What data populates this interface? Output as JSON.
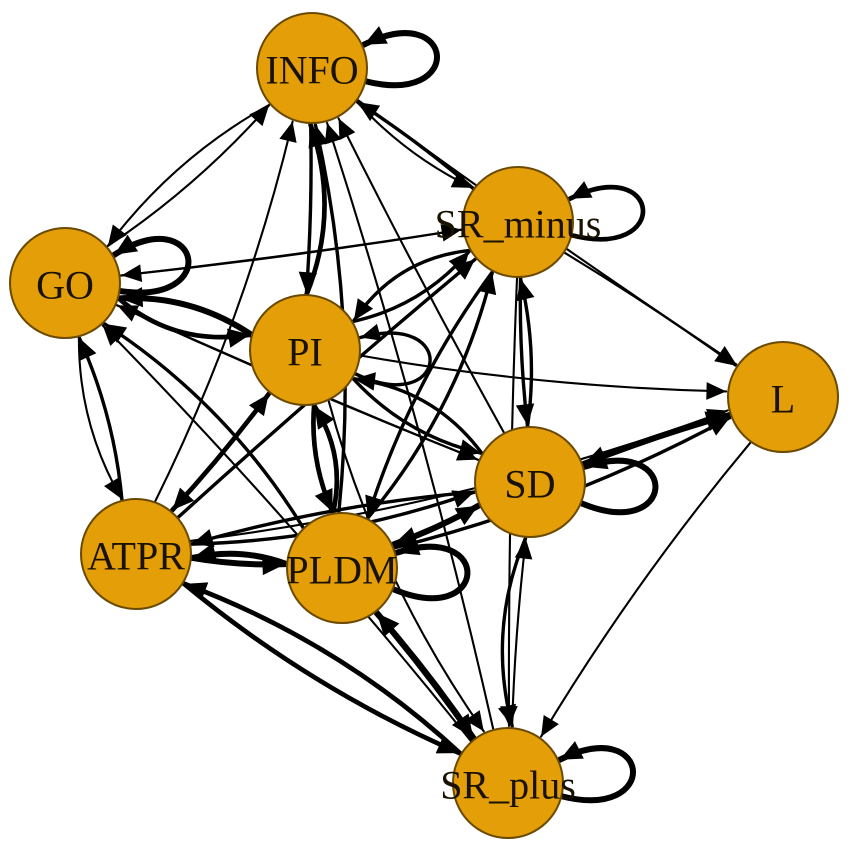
{
  "colors": {
    "node_fill": "#E39E08",
    "edge": "#000000",
    "background": "#FFFFFF"
  },
  "nodes": [
    {
      "id": "INFO",
      "label": "INFO"
    },
    {
      "id": "SR_minus",
      "label": "SR_minus"
    },
    {
      "id": "GO",
      "label": "GO"
    },
    {
      "id": "PI",
      "label": "PI"
    },
    {
      "id": "L",
      "label": "L"
    },
    {
      "id": "SD",
      "label": "SD"
    },
    {
      "id": "ATPR",
      "label": "ATPR"
    },
    {
      "id": "PLDM",
      "label": "PLDM"
    },
    {
      "id": "SR_plus",
      "label": "SR_plus"
    }
  ],
  "edges": [
    {
      "from": "INFO",
      "to": "INFO",
      "weight": 4
    },
    {
      "from": "SR_minus",
      "to": "SR_minus",
      "weight": 3
    },
    {
      "from": "GO",
      "to": "GO",
      "weight": 4
    },
    {
      "from": "PI",
      "to": "PI",
      "weight": 2
    },
    {
      "from": "SD",
      "to": "SD",
      "weight": 4
    },
    {
      "from": "PLDM",
      "to": "PLDM",
      "weight": 4
    },
    {
      "from": "SR_plus",
      "to": "SR_plus",
      "weight": 4
    },
    {
      "from": "GO",
      "to": "INFO",
      "weight": 1
    },
    {
      "from": "INFO",
      "to": "GO",
      "weight": 1
    },
    {
      "from": "PI",
      "to": "INFO",
      "weight": 3
    },
    {
      "from": "INFO",
      "to": "PI",
      "weight": 2
    },
    {
      "from": "SR_minus",
      "to": "INFO",
      "weight": 2
    },
    {
      "from": "INFO",
      "to": "SR_minus",
      "weight": 1
    },
    {
      "from": "ATPR",
      "to": "INFO",
      "weight": 1
    },
    {
      "from": "PLDM",
      "to": "INFO",
      "weight": 2
    },
    {
      "from": "SD",
      "to": "INFO",
      "weight": 1
    },
    {
      "from": "INFO",
      "to": "L",
      "weight": 1
    },
    {
      "from": "SR_plus",
      "to": "INFO",
      "weight": 1
    },
    {
      "from": "PI",
      "to": "GO",
      "weight": 4
    },
    {
      "from": "GO",
      "to": "PI",
      "weight": 3
    },
    {
      "from": "SR_minus",
      "to": "GO",
      "weight": 1
    },
    {
      "from": "GO",
      "to": "SR_minus",
      "weight": 1
    },
    {
      "from": "ATPR",
      "to": "GO",
      "weight": 2
    },
    {
      "from": "GO",
      "to": "ATPR",
      "weight": 1
    },
    {
      "from": "PLDM",
      "to": "GO",
      "weight": 2
    },
    {
      "from": "SD",
      "to": "GO",
      "weight": 1
    },
    {
      "from": "GO",
      "to": "SD",
      "weight": 1
    },
    {
      "from": "SR_plus",
      "to": "GO",
      "weight": 1
    },
    {
      "from": "PI",
      "to": "SR_minus",
      "weight": 2
    },
    {
      "from": "SR_minus",
      "to": "PI",
      "weight": 2
    },
    {
      "from": "SR_minus",
      "to": "L",
      "weight": 1
    },
    {
      "from": "SR_minus",
      "to": "SD",
      "weight": 2
    },
    {
      "from": "SD",
      "to": "SR_minus",
      "weight": 2
    },
    {
      "from": "SR_minus",
      "to": "PLDM",
      "weight": 2
    },
    {
      "from": "PLDM",
      "to": "SR_minus",
      "weight": 2
    },
    {
      "from": "ATPR",
      "to": "SR_minus",
      "weight": 2
    },
    {
      "from": "SR_minus",
      "to": "SR_plus",
      "weight": 1
    },
    {
      "from": "PI",
      "to": "L",
      "weight": 1
    },
    {
      "from": "PI",
      "to": "SD",
      "weight": 2
    },
    {
      "from": "SD",
      "to": "PI",
      "weight": 2
    },
    {
      "from": "PI",
      "to": "ATPR",
      "weight": 3
    },
    {
      "from": "ATPR",
      "to": "PI",
      "weight": 2
    },
    {
      "from": "PI",
      "to": "PLDM",
      "weight": 3
    },
    {
      "from": "PLDM",
      "to": "PI",
      "weight": 3
    },
    {
      "from": "PI",
      "to": "SR_plus",
      "weight": 1
    },
    {
      "from": "SD",
      "to": "L",
      "weight": 4
    },
    {
      "from": "L",
      "to": "SD",
      "weight": 3
    },
    {
      "from": "L",
      "to": "SR_plus",
      "weight": 1
    },
    {
      "from": "PLDM",
      "to": "L",
      "weight": 2
    },
    {
      "from": "ATPR",
      "to": "L",
      "weight": 1
    },
    {
      "from": "SD",
      "to": "PLDM",
      "weight": 4
    },
    {
      "from": "PLDM",
      "to": "SD",
      "weight": 3
    },
    {
      "from": "SD",
      "to": "ATPR",
      "weight": 2
    },
    {
      "from": "ATPR",
      "to": "SD",
      "weight": 2
    },
    {
      "from": "SD",
      "to": "SR_plus",
      "weight": 2
    },
    {
      "from": "SR_plus",
      "to": "SD",
      "weight": 1
    },
    {
      "from": "ATPR",
      "to": "PLDM",
      "weight": 4
    },
    {
      "from": "PLDM",
      "to": "ATPR",
      "weight": 4
    },
    {
      "from": "ATPR",
      "to": "SR_plus",
      "weight": 3
    },
    {
      "from": "SR_plus",
      "to": "ATPR",
      "weight": 3
    },
    {
      "from": "PLDM",
      "to": "SR_plus",
      "weight": 4
    },
    {
      "from": "SR_plus",
      "to": "PLDM",
      "weight": 4
    }
  ]
}
